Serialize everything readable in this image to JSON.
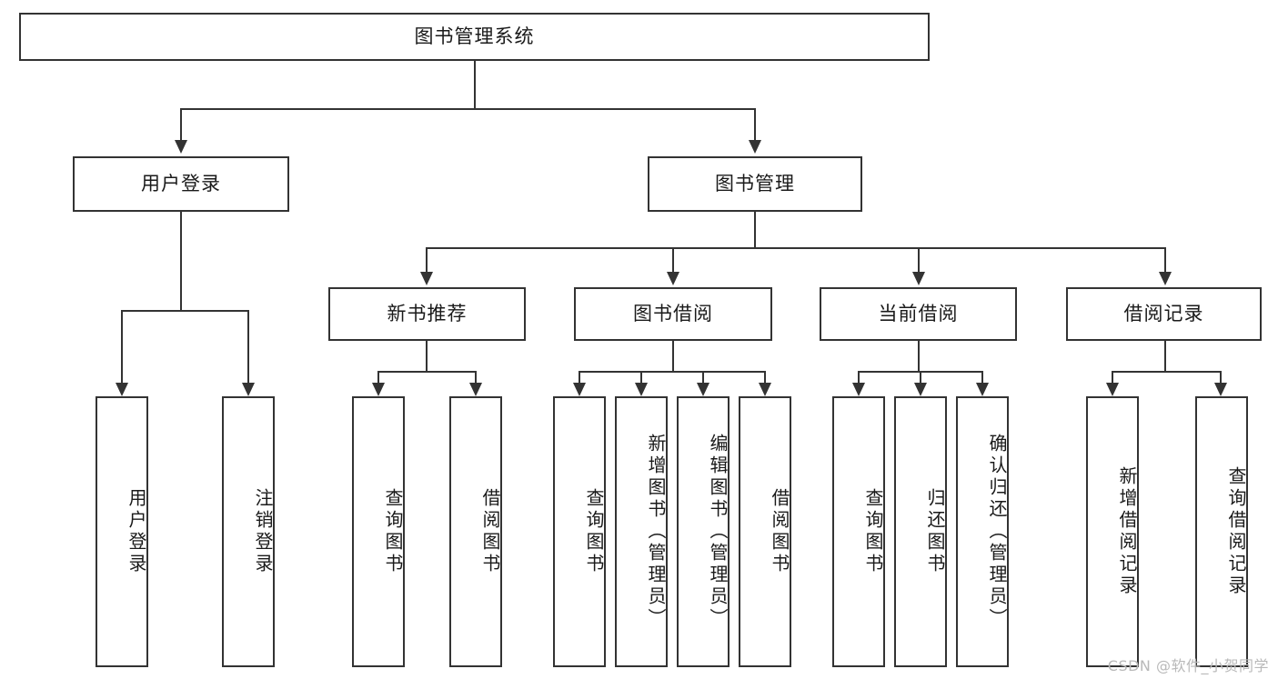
{
  "diagram": {
    "title": "图书管理系统",
    "type": "tree-hierarchy-diagram",
    "root": {
      "id": "root",
      "label": "图书管理系统"
    },
    "level2": [
      {
        "id": "user-login",
        "label": "用户登录"
      },
      {
        "id": "book-management",
        "label": "图书管理"
      }
    ],
    "level3": [
      {
        "id": "new-book-recommend",
        "label": "新书推荐",
        "parent": "book-management"
      },
      {
        "id": "book-borrow",
        "label": "图书借阅",
        "parent": "book-management"
      },
      {
        "id": "current-borrow",
        "label": "当前借阅",
        "parent": "book-management"
      },
      {
        "id": "borrow-record",
        "label": "借阅记录",
        "parent": "book-management"
      }
    ],
    "leaves": {
      "user_login": [
        {
          "id": "leaf-user-login",
          "label": "用户登录"
        },
        {
          "id": "leaf-logout-login",
          "label": "注销登录"
        }
      ],
      "new_book_recommend": [
        {
          "id": "leaf-query-book-1",
          "label": "查询图书"
        },
        {
          "id": "leaf-borrow-book-1",
          "label": "借阅图书"
        }
      ],
      "book_borrow": [
        {
          "id": "leaf-query-book-2",
          "label": "查询图书"
        },
        {
          "id": "leaf-add-book",
          "label": "新增图书（管理员）"
        },
        {
          "id": "leaf-edit-book",
          "label": "编辑图书（管理员）"
        },
        {
          "id": "leaf-borrow-book-2",
          "label": "借阅图书"
        }
      ],
      "current_borrow": [
        {
          "id": "leaf-query-book-3",
          "label": "查询图书"
        },
        {
          "id": "leaf-return-book",
          "label": "归还图书"
        },
        {
          "id": "leaf-confirm-return",
          "label": "确认归还（管理员）"
        }
      ],
      "borrow_record": [
        {
          "id": "leaf-add-record",
          "label": "新增借阅记录"
        },
        {
          "id": "leaf-query-record",
          "label": "查询借阅记录"
        }
      ]
    }
  },
  "watermark": {
    "text": "CSDN @软件_小贺同学"
  },
  "colors": {
    "stroke": "#333333",
    "fill": "#ffffff",
    "text": "#1a1a1a",
    "watermark": "#b9b9b9"
  }
}
